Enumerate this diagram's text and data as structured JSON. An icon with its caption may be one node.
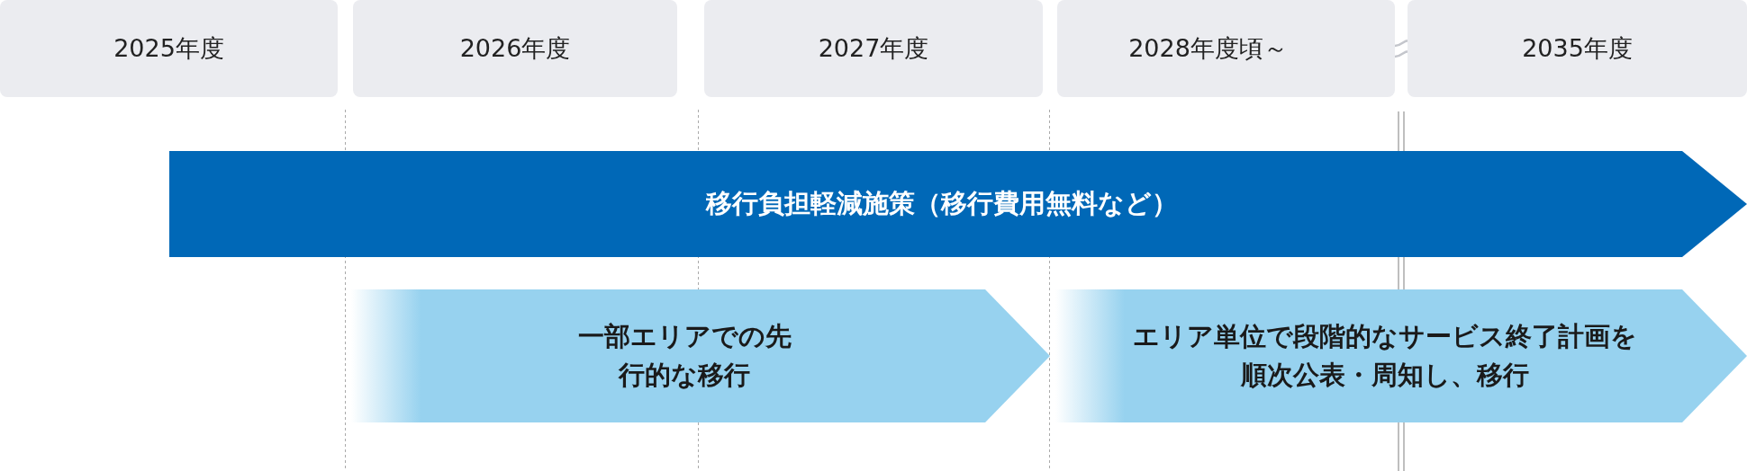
{
  "diagram": {
    "nodes": [
      {
        "text": [
          "2025年度"
        ]
      },
      {
        "text": [
          "2026年度"
        ]
      },
      {
        "text": [
          "2027年度"
        ]
      },
      {
        "text": [
          "2028年度頃～"
        ]
      },
      {
        "text": [
          "2035年度"
        ]
      },
      {
        "text": [
          "移行負担軽減施策（移行費用無料など）"
        ]
      },
      {
        "text": [
          "一部エリアでの先行的な移行"
        ]
      },
      {
        "text": [
          "エリア単位で段階的なサービス終了計画を順次公表・周知し、移行"
        ]
      }
    ]
  }
}
